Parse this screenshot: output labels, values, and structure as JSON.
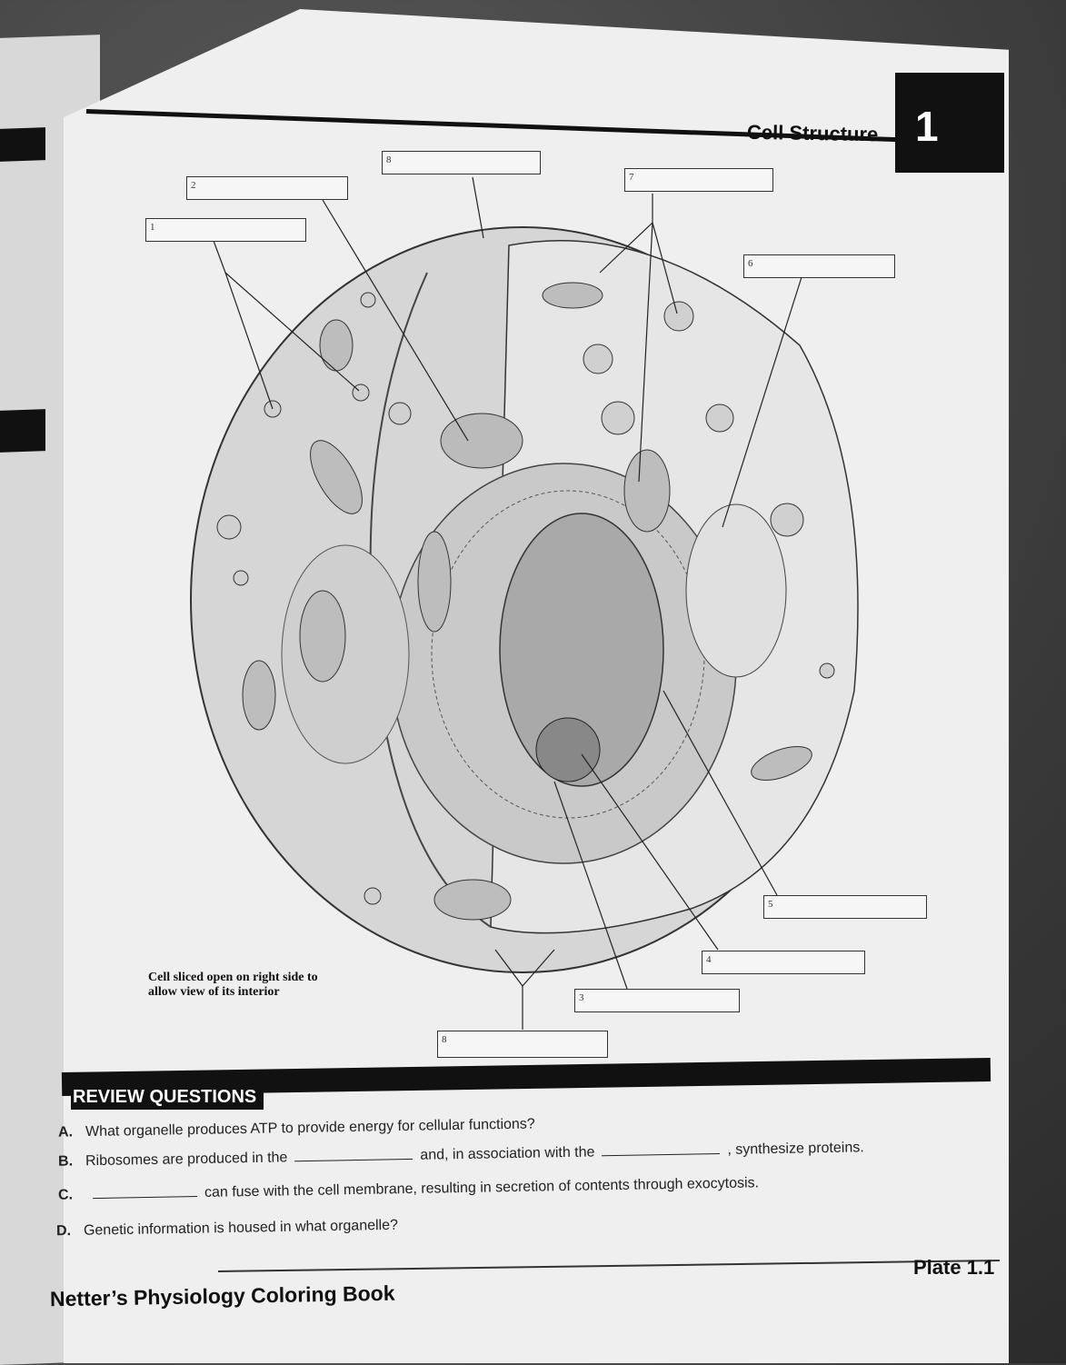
{
  "header": {
    "section_title": "Cell Structure",
    "chapter_number": "1"
  },
  "labels": [
    {
      "number": "1"
    },
    {
      "number": "2"
    },
    {
      "number": "8"
    },
    {
      "number": "7"
    },
    {
      "number": "6"
    },
    {
      "number": "5"
    },
    {
      "number": "4"
    },
    {
      "number": "3"
    },
    {
      "number": "8"
    }
  ],
  "caption": "Cell sliced open on right side to allow view of its interior",
  "review": {
    "title": "REVIEW QUESTIONS",
    "questions": [
      {
        "letter": "A.",
        "text": "What organelle produces ATP to provide energy for cellular functions?"
      },
      {
        "letter": "B.",
        "part1": "Ribosomes are produced in the",
        "part2": "and, in association with the",
        "part3": ", synthesize proteins."
      },
      {
        "letter": "C.",
        "text": "can fuse with the cell membrane, resulting in secretion of contents through exocytosis."
      },
      {
        "letter": "D.",
        "text": "Genetic information is housed in what organelle?"
      }
    ]
  },
  "footer": {
    "plate": "Plate 1.1",
    "book_title": "Netter’s Physiology Coloring Book"
  }
}
